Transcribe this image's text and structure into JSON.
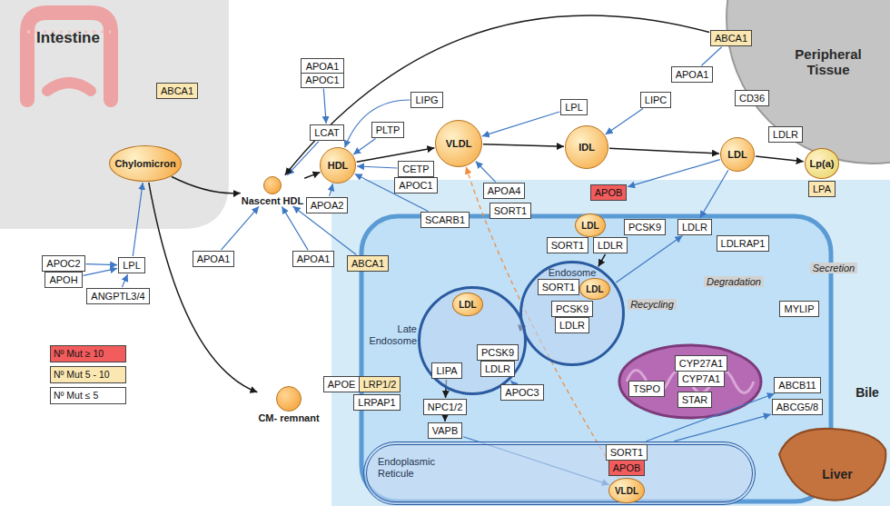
{
  "diagram": {
    "nodes": [
      {
        "text": [
          "Intestine"
        ]
      },
      {
        "text": [
          "ABCA1"
        ]
      },
      {
        "text": [
          "Chylomicron"
        ]
      },
      {
        "text": [
          "APOA1",
          "APOC1"
        ]
      },
      {
        "text": [
          "LIPG"
        ]
      },
      {
        "text": [
          "LPL"
        ]
      },
      {
        "text": [
          "LIPC"
        ]
      },
      {
        "text": [
          "APOA1"
        ]
      },
      {
        "text": [
          "Peripheral Tissue"
        ]
      },
      {
        "text": [
          "ABCA1"
        ]
      },
      {
        "text": [
          "CD36"
        ]
      },
      {
        "text": [
          "LDLR"
        ]
      },
      {
        "text": [
          "LCAT"
        ]
      },
      {
        "text": [
          "PLTP"
        ]
      },
      {
        "text": [
          "Nascent HDL"
        ]
      },
      {
        "text": [
          "HDL"
        ]
      },
      {
        "text": [
          "VLDL"
        ]
      },
      {
        "text": [
          "IDL"
        ]
      },
      {
        "text": [
          "LDL"
        ]
      },
      {
        "text": [
          "Lp(a)"
        ]
      },
      {
        "text": [
          "LPA"
        ]
      },
      {
        "text": [
          "CETP"
        ]
      },
      {
        "text": [
          "APOC1"
        ]
      },
      {
        "text": [
          "APOA4"
        ]
      },
      {
        "text": [
          "APOA2"
        ]
      },
      {
        "text": [
          "APOB"
        ]
      },
      {
        "text": [
          "APOA1"
        ]
      },
      {
        "text": [
          "SCARB1"
        ]
      },
      {
        "text": [
          "SORT1"
        ]
      },
      {
        "text": [
          "LDL"
        ]
      },
      {
        "text": [
          "SORT1"
        ]
      },
      {
        "text": [
          "LDLR"
        ]
      },
      {
        "text": [
          "PCSK9"
        ]
      },
      {
        "text": [
          "LDLR"
        ]
      },
      {
        "text": [
          "LDLRAP1"
        ]
      },
      {
        "text": [
          "ABCA1"
        ]
      },
      {
        "text": [
          "APOC2"
        ]
      },
      {
        "text": [
          "APOH"
        ]
      },
      {
        "text": [
          "LPL"
        ]
      },
      {
        "text": [
          "ANGPTL3/4"
        ]
      },
      {
        "text": [
          "APOA1"
        ]
      },
      {
        "text": [
          "Endosome"
        ]
      },
      {
        "text": [
          "SORT1"
        ],
        "in": 41
      },
      {
        "text": [
          "LDL"
        ],
        "in": 41
      },
      {
        "text": [
          "PCSK9"
        ],
        "in": 41
      },
      {
        "text": [
          "LDLR"
        ],
        "in": 41
      },
      {
        "text": [
          "Late Endosome"
        ]
      },
      {
        "text": [
          "LDL"
        ],
        "in": 46
      },
      {
        "text": [
          "PCSK9"
        ],
        "in": 46
      },
      {
        "text": [
          "LDLR"
        ],
        "in": 46
      },
      {
        "text": [
          "LIPA"
        ],
        "in": 46
      },
      {
        "text": [
          "APOC3"
        ]
      },
      {
        "text": [
          "NPC1/2"
        ]
      },
      {
        "text": [
          "VAPB"
        ]
      },
      {
        "text": [
          "CYP27A1"
        ]
      },
      {
        "text": [
          "CYP7A1"
        ]
      },
      {
        "text": [
          "TSPO"
        ]
      },
      {
        "text": [
          "STAR"
        ]
      },
      {
        "text": [
          "MYLIP"
        ]
      },
      {
        "text": [
          "ABCB11"
        ]
      },
      {
        "text": [
          "ABCG5/8"
        ]
      },
      {
        "text": [
          "APOE"
        ]
      },
      {
        "text": [
          "LRP1/2"
        ]
      },
      {
        "text": [
          "LRPAP1"
        ]
      },
      {
        "text": [
          "CM- remnant"
        ]
      },
      {
        "text": [
          "Endoplasmic Reticule"
        ]
      },
      {
        "text": [
          "SORT1"
        ],
        "in": 65
      },
      {
        "text": [
          "APOB"
        ],
        "in": 65
      },
      {
        "text": [
          "VLDL"
        ],
        "in": 65
      }
    ],
    "edges": [
      {
        "from": 2,
        "to": 14,
        "arrow": "to"
      },
      {
        "from": 2,
        "to": 64,
        "arrow": "to"
      },
      {
        "from": 40,
        "to": 14,
        "arrow": "to"
      },
      {
        "from": 38,
        "to": 2,
        "arrow": "to"
      },
      {
        "from": 36,
        "to": 38,
        "arrow": "to"
      },
      {
        "from": 37,
        "to": 38,
        "arrow": "to"
      },
      {
        "from": 39,
        "to": 38,
        "arrow": "to"
      },
      {
        "from": 3,
        "to": 12,
        "arrow": "to"
      },
      {
        "from": 12,
        "to": 14,
        "arrow": "to"
      },
      {
        "from": 14,
        "to": 15,
        "arrow": "to"
      },
      {
        "from": 15,
        "to": 16,
        "arrow": "to"
      },
      {
        "from": 13,
        "to": 15,
        "arrow": "to"
      },
      {
        "from": 4,
        "to": 15,
        "arrow": "to"
      },
      {
        "from": 5,
        "to": 16,
        "arrow": "to"
      },
      {
        "from": 16,
        "to": 17,
        "arrow": "to"
      },
      {
        "from": 6,
        "to": 17,
        "arrow": "to"
      },
      {
        "from": 17,
        "to": 18,
        "arrow": "to"
      },
      {
        "from": 18,
        "to": 19,
        "arrow": "to"
      },
      {
        "from": 9,
        "to": 14,
        "arrow": "to"
      },
      {
        "from": 7,
        "to": 9,
        "arrow": "none"
      },
      {
        "from": 21,
        "to": 15,
        "arrow": "to"
      },
      {
        "from": 23,
        "to": 16,
        "arrow": "to"
      },
      {
        "from": 24,
        "to": 15,
        "arrow": "to"
      },
      {
        "from": 26,
        "to": 14,
        "arrow": "to"
      },
      {
        "from": 27,
        "to": 15,
        "arrow": "to"
      },
      {
        "from": 35,
        "to": 14,
        "arrow": "to"
      },
      {
        "from": 18,
        "to": 25,
        "arrow": "to"
      },
      {
        "from": 18,
        "to": 33,
        "arrow": "to"
      },
      {
        "from": 31,
        "to": 41,
        "arrow": "to"
      },
      {
        "from": 41,
        "to": 46,
        "arrow": "to"
      },
      {
        "from": 41,
        "to": 33,
        "arrow": "to"
      },
      {
        "from": 50,
        "to": 52,
        "arrow": "to"
      },
      {
        "from": 52,
        "to": 53,
        "arrow": "to"
      },
      {
        "from": 53,
        "to": 68,
        "arrow": "to"
      },
      {
        "from": 51,
        "to": 46,
        "arrow": "to"
      },
      {
        "from": 68,
        "to": 16,
        "arrow": "to"
      },
      {
        "from": 65,
        "to": 59,
        "arrow": "to"
      },
      {
        "from": 65,
        "to": 60,
        "arrow": "to"
      }
    ],
    "labels": [
      "Recycling",
      "Degradation",
      "Secretion",
      "Bile",
      "Liver"
    ],
    "legend": [
      {
        "text": "Nº Mut ≥ 10",
        "color": "#f25c5c"
      },
      {
        "text": "Nº Mut 5 - 10",
        "color": "#fbe7b2"
      },
      {
        "text": "Nº Mut ≤ 5",
        "color": "#ffffff"
      }
    ]
  }
}
